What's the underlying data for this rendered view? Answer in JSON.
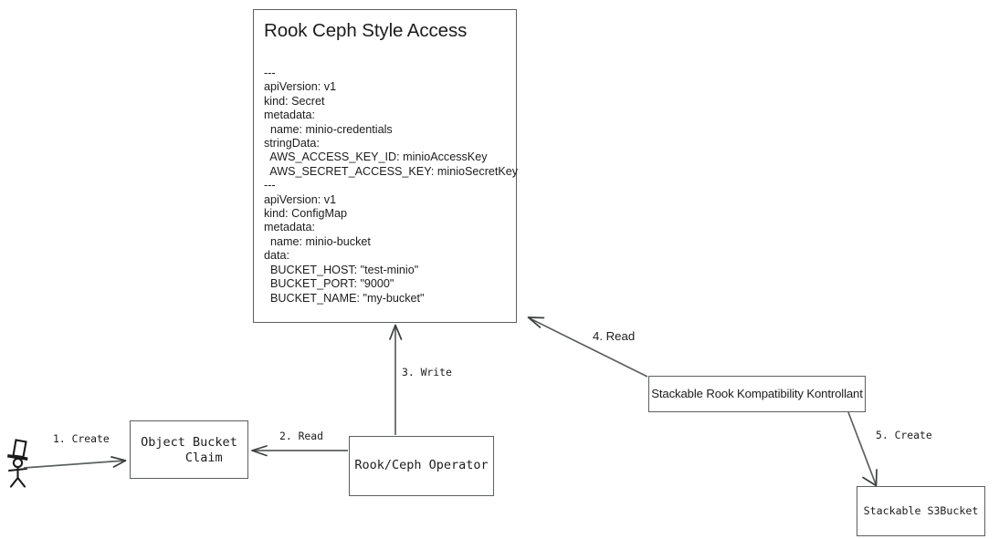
{
  "diagram": {
    "title_card": {
      "heading": "Rook Ceph Style Access",
      "yaml": "---\napiVersion: v1\nkind: Secret\nmetadata:\n  name: minio-credentials\nstringData:\n  AWS_ACCESS_KEY_ID: minioAccessKey\n  AWS_SECRET_ACCESS_KEY: minioSecretKey\n---\napiVersion: v1\nkind: ConfigMap\nmetadata:\n  name: minio-bucket\ndata:\n  BUCKET_HOST: \"test-minio\"\n  BUCKET_PORT: \"9000\"\n  BUCKET_NAME: \"my-bucket\""
    },
    "nodes": {
      "actor": "stick-figure-actor",
      "object_bucket_claim": "Object Bucket\n    Claim",
      "rook_ceph_operator": "Rook/Ceph Operator",
      "stackable_controller": "Stackable Rook Kompatibility Kontrollant",
      "stackable_s3bucket": "Stackable S3Bucket"
    },
    "edges": [
      {
        "id": "1",
        "label": "1. Create",
        "from": "actor",
        "to": "object_bucket_claim"
      },
      {
        "id": "2",
        "label": "2. Read",
        "from": "rook_ceph_operator",
        "to": "object_bucket_claim"
      },
      {
        "id": "3",
        "label": "3. Write",
        "from": "rook_ceph_operator",
        "to": "title_card"
      },
      {
        "id": "4",
        "label": "4. Read",
        "from": "stackable_controller",
        "to": "title_card"
      },
      {
        "id": "5",
        "label": "5. Create",
        "from": "stackable_controller",
        "to": "stackable_s3bucket"
      }
    ],
    "colors": {
      "stroke": "#5b5f5e",
      "text": "#1c1c1c",
      "background": "#ffffff"
    }
  }
}
